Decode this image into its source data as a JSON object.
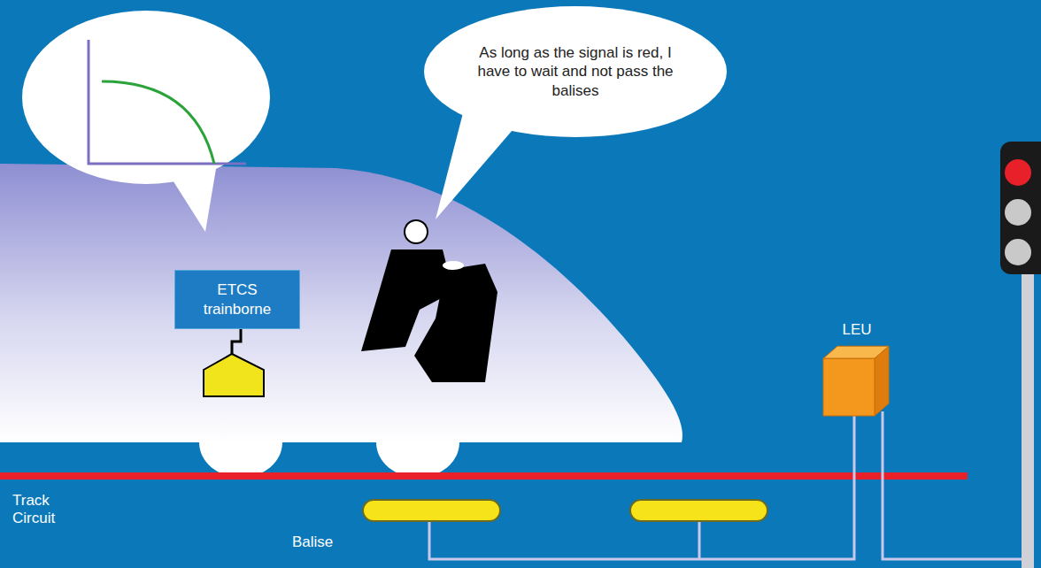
{
  "diagram": {
    "nodes": [
      {
        "text": [
          "As long as the signal is red, I have to wait and not pass the balises"
        ]
      },
      {
        "text": [
          "ETCS trainborne"
        ]
      },
      {
        "text": [
          "LEU"
        ]
      }
    ],
    "labels": [
      "Track Circuit",
      "Balise"
    ]
  }
}
